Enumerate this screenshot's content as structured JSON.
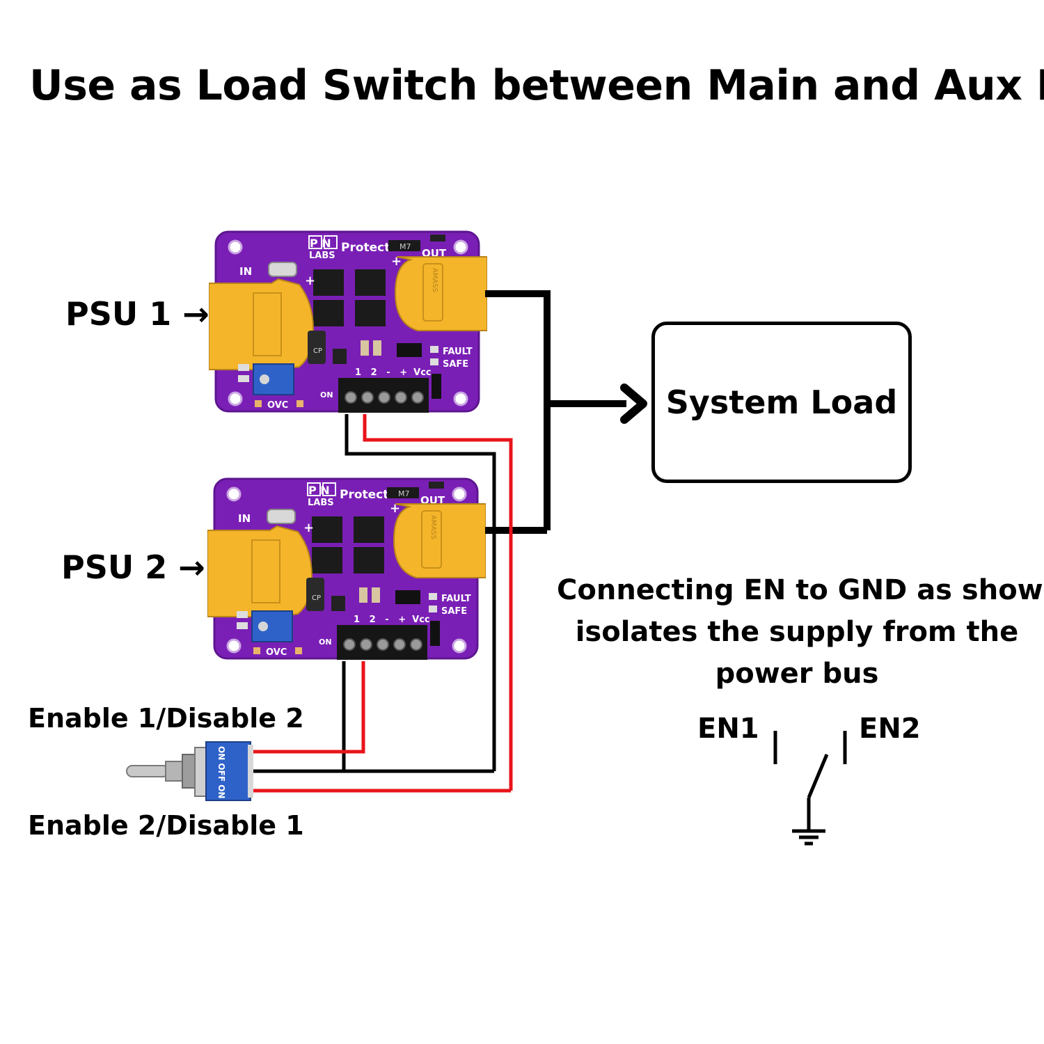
{
  "title": "Use as Load Switch between Main and Aux PSU",
  "psu1": {
    "label": "PSU 1 →"
  },
  "psu2": {
    "label": "PSU 2 →"
  },
  "board": {
    "brand_top": "P N",
    "brand_bottom": "LABS",
    "product": "Protect",
    "in_label": "IN",
    "out_label": "OUT",
    "fault_label": "FAULT",
    "safe_label": "SAFE",
    "pins_label": "1   2   -   +  Vcc",
    "ovc_label": "OVC",
    "on_label": "ON",
    "part_mark": "M7",
    "connector_mark": "AMASS",
    "cap_mark": "CP"
  },
  "load": {
    "label": "System Load"
  },
  "note": {
    "lines": [
      "Connecting EN to GND as shown",
      "isolates the supply from the",
      "power bus"
    ]
  },
  "switch_symbol": {
    "en1": "EN1",
    "en2": "EN2"
  },
  "toggle": {
    "top_label": "Enable 1/Disable 2",
    "bottom_label": "Enable 2/Disable 1",
    "body_text": "ON OFF ON"
  },
  "colors": {
    "board": "#7a1fb5",
    "connector": "#f4b52a",
    "wire_black": "#000000",
    "wire_red": "#e8141b",
    "trimmer": "#2f62c9"
  }
}
